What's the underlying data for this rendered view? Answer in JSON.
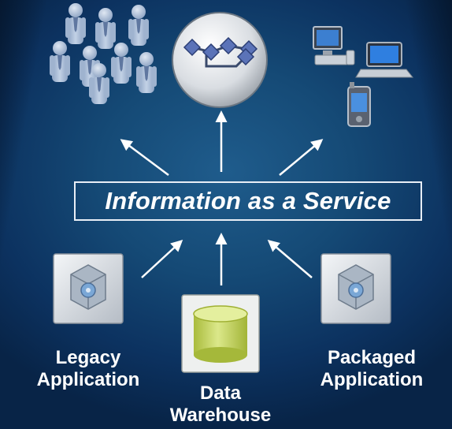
{
  "center": {
    "label": "Information as a Service"
  },
  "consumers": [
    {
      "icon": "people-icon"
    },
    {
      "icon": "process-flow-icon"
    },
    {
      "icon": "devices-icon"
    }
  ],
  "sources": {
    "legacy": {
      "icon": "application-cube-icon",
      "line1": "Legacy",
      "line2": "Application"
    },
    "warehouse": {
      "icon": "database-cylinder-icon",
      "line1": "Data",
      "line2": "Warehouse"
    },
    "packaged": {
      "icon": "application-cube-icon",
      "line1": "Packaged",
      "line2": "Application"
    }
  },
  "colors": {
    "background": "#154a76",
    "text": "#ffffff",
    "arrow": "#ffffff",
    "person": "#a9bcd6",
    "database": "#c5d65a"
  }
}
